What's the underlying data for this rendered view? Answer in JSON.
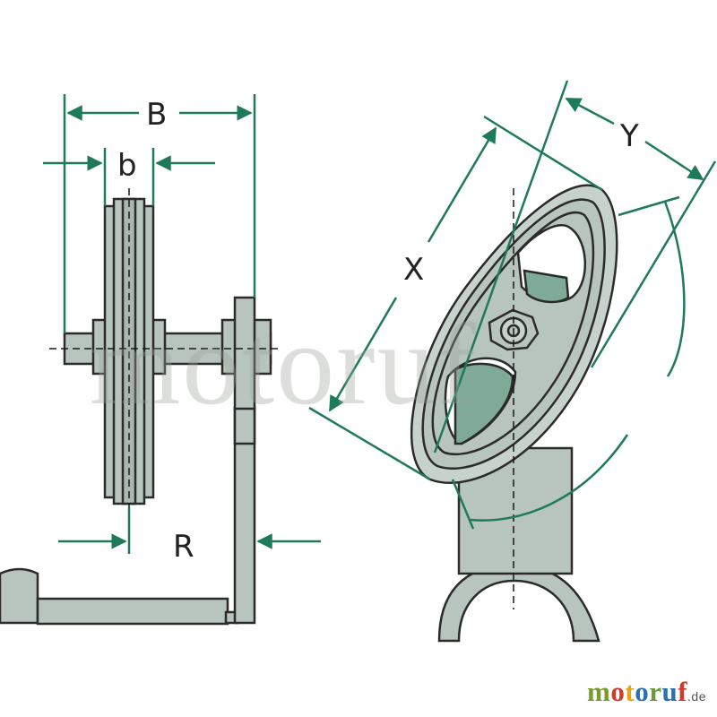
{
  "labels": {
    "B": "B",
    "b": "b",
    "R": "R",
    "X": "X",
    "Y": "Y"
  },
  "watermark": "motoruf",
  "logo": {
    "letters": [
      "m",
      "o",
      "t",
      "o",
      "r",
      "u",
      "f"
    ],
    "letter_colors": [
      "#7a9a2a",
      "#d43a2a",
      "#e6a21a",
      "#2a6fb0",
      "#6a9a3a",
      "#2a6fb0",
      "#d43a2a"
    ],
    "suffix": ".de"
  },
  "colors": {
    "dimension": "#1f7a5c",
    "outline": "#2b2b2b",
    "part_fill": "#b8c4be",
    "part_dark": "#7faa97",
    "background": "#ffffff"
  }
}
